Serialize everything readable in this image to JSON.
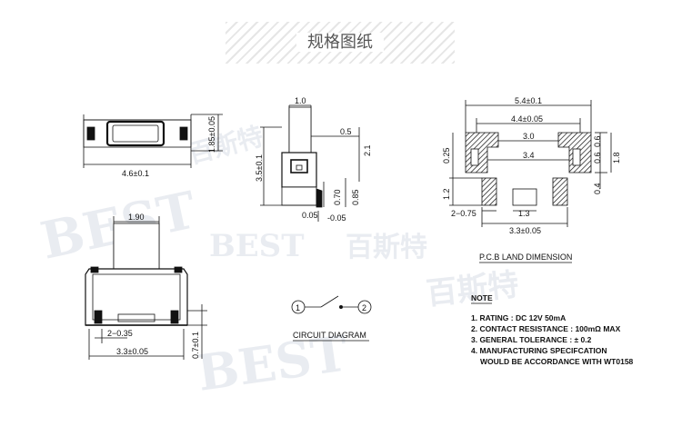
{
  "header": {
    "title": "规格图纸"
  },
  "watermark": {
    "brand": "BEST",
    "cn": "百斯特"
  },
  "top_view": {
    "width": "4.6±0.1",
    "height": "1.85±0.05"
  },
  "side_view": {
    "top": "1.0",
    "d1": "0.5",
    "height": "3.5±0.1",
    "right": "2.1",
    "d2": "0.70",
    "d3": "0.85",
    "bottom": "0.05",
    "bottom_tol": "-0.05"
  },
  "front_view": {
    "top": "1.90",
    "pitch": "2−0.35",
    "width": "3.3±0.05",
    "height": "0.7±0.1"
  },
  "pcb": {
    "w1": "5.4±0.1",
    "w2": "4.4±0.05",
    "w3": "3.0",
    "w4": "3.4",
    "l1": "0.25",
    "r1": "0.6",
    "r2": "0.6",
    "r3": "1.8",
    "r4": "0.4",
    "l2": "1.2",
    "l3": "2−0.75",
    "c1": "1.3",
    "w5": "3.3±0.05",
    "caption": "P.C.B LAND DIMENSION"
  },
  "circuit": {
    "pin1": "1",
    "pin2": "2",
    "caption": "CIRCUIT DIAGRAM"
  },
  "notes": {
    "heading": "NOTE",
    "items": [
      "1. RATING : DC 12V  50mA",
      "2. CONTACT RESISTANCE : 100mΩ MAX",
      "3. GENERAL TOLERANCE : ± 0.2",
      "4. MANUFACTURING SPECIFCATION",
      "WOULD BE ACCORDANCE WITH WT0158"
    ]
  }
}
